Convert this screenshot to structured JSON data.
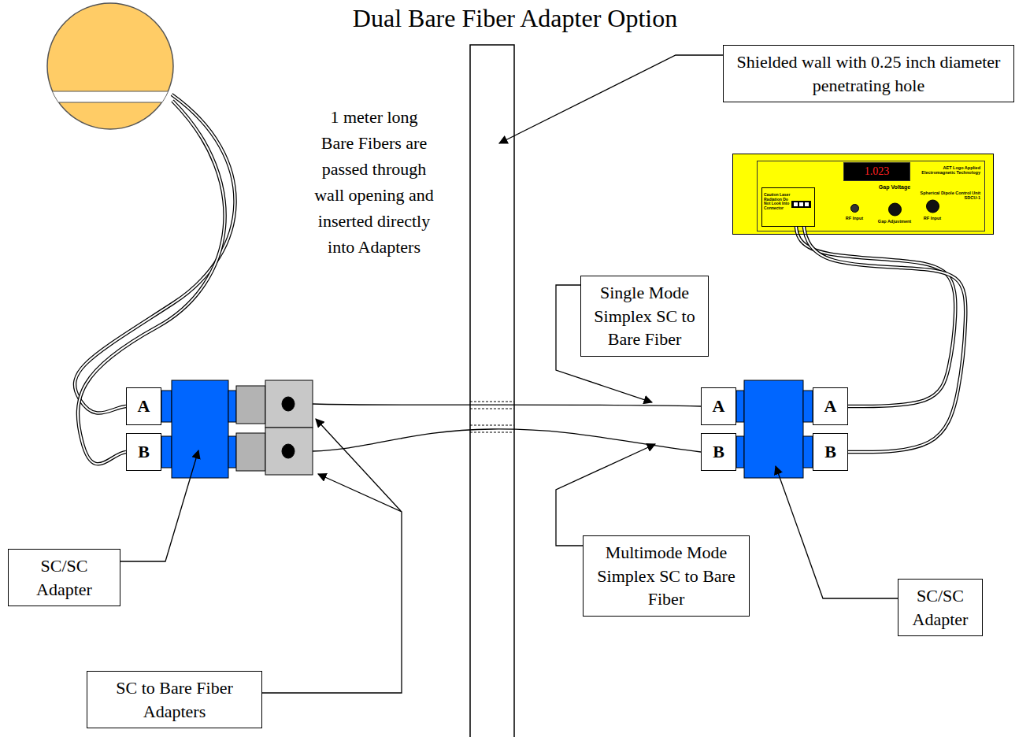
{
  "diagram": {
    "title": "Dual Bare Fiber Adapter Option",
    "nodes": [
      {
        "text": [
          "Shielded wall with 0.25 inch diameter penetrating hole"
        ]
      },
      {
        "text": [
          "Gap Voltage",
          "AET Logo Applied Electromagnetic Technology",
          "Spherical Dipole Control Unit SDCU-1",
          "RF Input",
          "Gap Adjustment",
          "RF Input"
        ]
      },
      {
        "text": [
          "Caution Laser Radiation Do Not Look Into Connector"
        ],
        "in": 1
      },
      {
        "text": [
          "1.023"
        ],
        "in": 1
      },
      {
        "text": [
          "Single Mode Simplex SC to Bare Fiber"
        ]
      },
      {
        "text": [
          "A"
        ]
      },
      {
        "text": [
          "A"
        ]
      },
      {
        "text": [
          "A"
        ]
      },
      {
        "text": [
          "B"
        ]
      },
      {
        "text": [
          "B"
        ]
      },
      {
        "text": [
          "B"
        ]
      },
      {
        "text": [
          "SC/SC Adapter"
        ]
      },
      {
        "text": [
          "Multimode Mode Simplex SC to Bare Fiber"
        ]
      },
      {
        "text": [
          "SC/SC Adapter"
        ]
      },
      {
        "text": [
          "SC to Bare Fiber Adapters"
        ]
      }
    ],
    "edges": [
      {
        "from": 7,
        "to": 2,
        "arrow": "none"
      },
      {
        "from": 10,
        "to": 2,
        "arrow": "none"
      }
    ],
    "labels": [
      "1 meter long Bare Fibers are passed through wall opening and inserted directly into Adapters"
    ]
  }
}
